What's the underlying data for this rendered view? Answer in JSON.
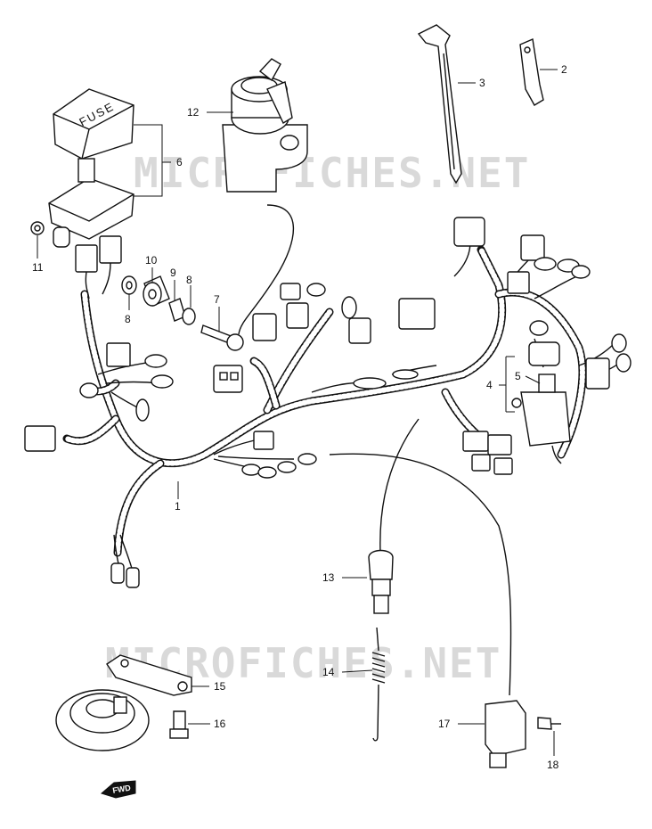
{
  "watermark": {
    "text_upper": "MICROFICHES.NET",
    "text_lower": "MICROFICHES.NET"
  },
  "fuse_cover_text": "FUSE",
  "direction_badge": "FWD",
  "callouts": {
    "c1": "1",
    "c2": "2",
    "c3": "3",
    "c4": "4",
    "c5": "5",
    "c6": "6",
    "c7": "7",
    "c8a": "8",
    "c8b": "8",
    "c9": "9",
    "c10": "10",
    "c11": "11",
    "c12": "12",
    "c13": "13",
    "c14": "14",
    "c15": "15",
    "c16": "16",
    "c17": "17",
    "c18": "18"
  }
}
